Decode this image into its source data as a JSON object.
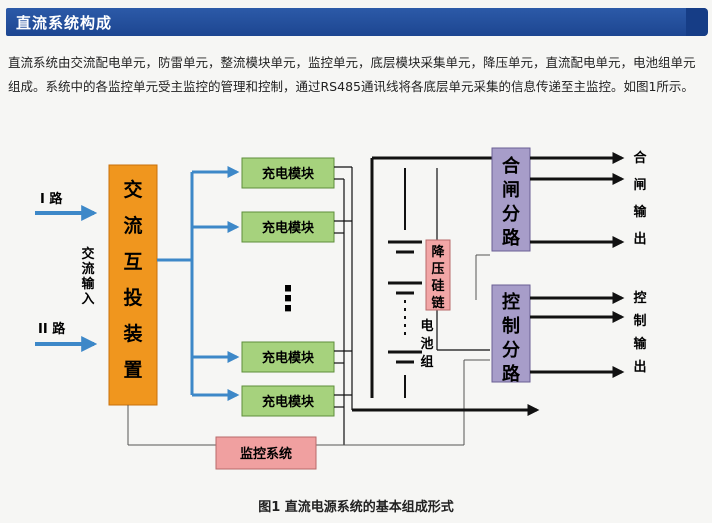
{
  "header": {
    "title": "直流系统构成"
  },
  "intro": {
    "line1": "直流系统由交流配电单元，防雷单元，整流模块单元，监控单元，底层模块采集单元，降压单元，直流配电单元，电池组单元",
    "line2": "组成。系统中的各监控单元受主监控的管理和控制，通过RS485通讯线将各底层单元采集的信息传递至主监控。如图1所示。"
  },
  "diagram": {
    "input1": "I 路",
    "input2": "II 路",
    "ac_input": [
      "交",
      "流",
      "输",
      "入"
    ],
    "switch_device": [
      "交",
      "流",
      "互",
      "投",
      "装",
      "置"
    ],
    "charge_modules": [
      "充电模块",
      "充电模块",
      "充电模块",
      "充电模块"
    ],
    "ellipsis": "⋮",
    "monitor": "监控系统",
    "battery": [
      "电",
      "池",
      "组"
    ],
    "step_down": [
      "降",
      "压",
      "硅",
      "链"
    ],
    "close_branch": [
      "合",
      "闸",
      "分",
      "路"
    ],
    "close_output": [
      "合",
      "闸",
      "输",
      "出"
    ],
    "control_branch": [
      "控",
      "制",
      "分",
      "路"
    ],
    "control_output": [
      "控",
      "制",
      "输",
      "出"
    ]
  },
  "caption": "图1  直流电源系统的基本组成形式",
  "colors": {
    "header_bg": "#2c5aa8",
    "switch_orange": "#f0961e",
    "module_green": "#a6d27d",
    "monitor_pink": "#f0a0a0",
    "step_down_pink": "#f2a6a6",
    "branch_purple": "#a79dc9",
    "arrow_blue": "#3d88c8"
  }
}
